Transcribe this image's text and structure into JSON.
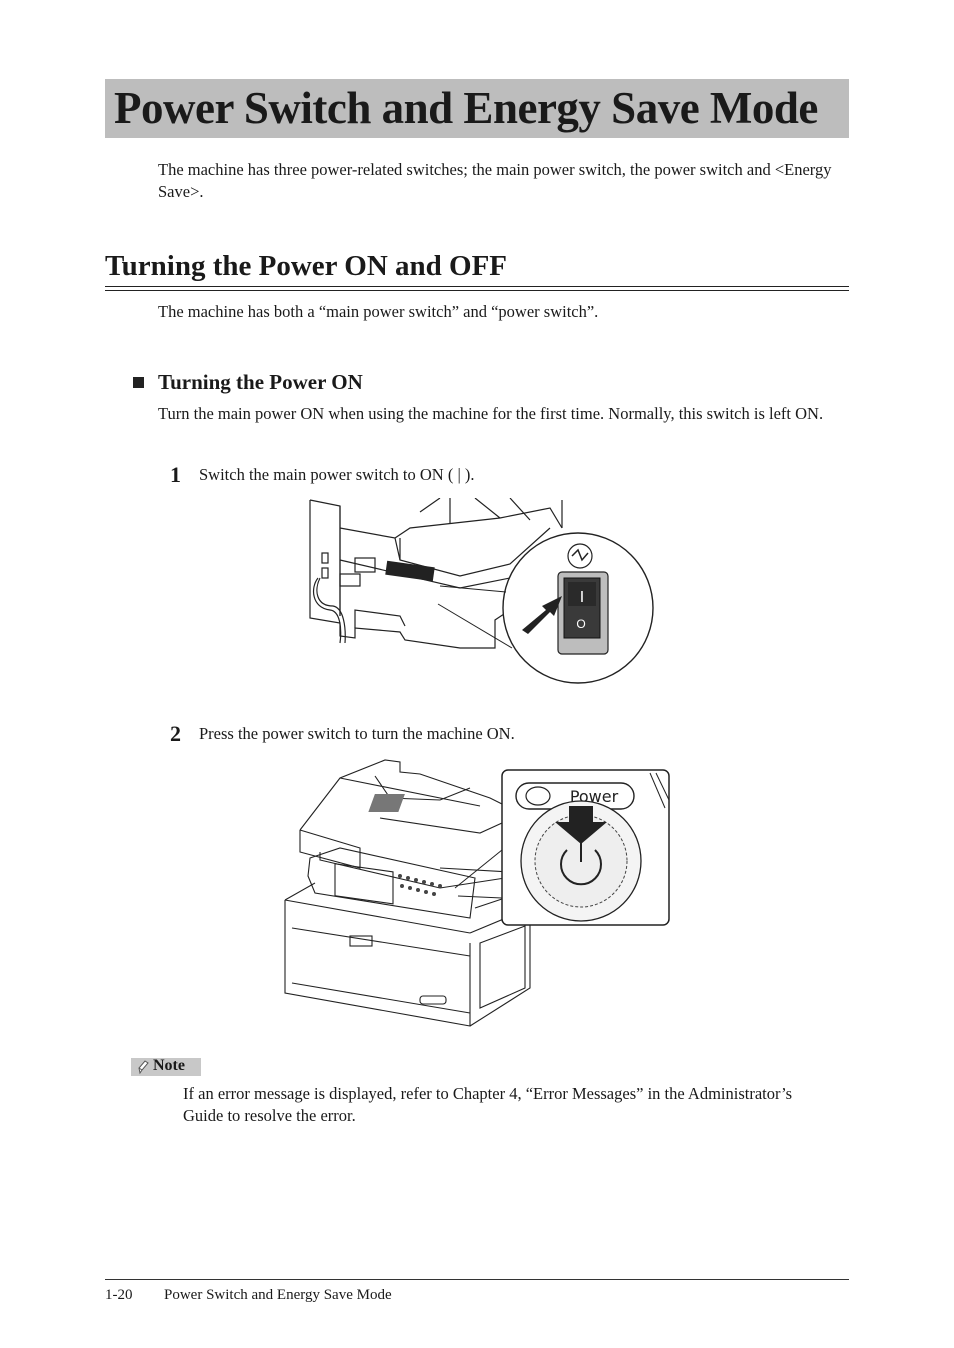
{
  "page": {
    "title": "Power Switch and Energy Save Mode",
    "intro": "The machine has three power-related switches; the main power switch, the power switch and <Energy Save>."
  },
  "section": {
    "heading": "Turning the Power ON and OFF",
    "intro": "The machine has both a “main power switch” and “power switch”."
  },
  "subsection": {
    "heading": "Turning the Power ON",
    "intro": "Turn the main power ON when using the machine for the first time. Normally, this switch is left ON."
  },
  "steps": [
    {
      "number": "1",
      "text": "Switch the main power switch to ON ( | )."
    },
    {
      "number": "2",
      "text": "Press the power switch to turn the machine ON."
    }
  ],
  "figures": {
    "power_button_label": "Power",
    "switch_on_symbol": "I",
    "switch_off_symbol": "O"
  },
  "note": {
    "label": "Note",
    "icon": "pencil-icon",
    "text": "If an error message is displayed, refer to Chapter 4, “Error Messages” in the Administrator’s Guide to resolve the error."
  },
  "footer": {
    "page_number": "1-20",
    "section_title": "Power Switch and Energy Save Mode"
  }
}
